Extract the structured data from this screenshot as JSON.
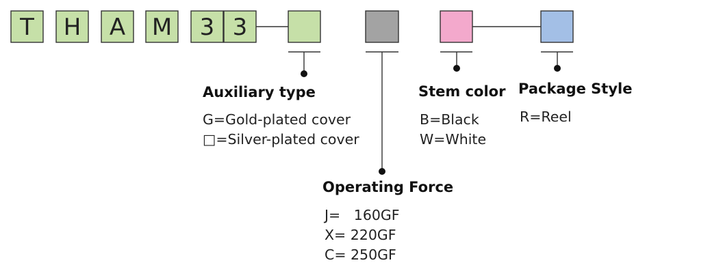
{
  "code_chars": [
    "T",
    "H",
    "A",
    "M",
    "3",
    "3"
  ],
  "colors": {
    "code_box": "#c6e0a8",
    "auxiliary_box": "#c6e0a8",
    "force_box": "#a3a3a3",
    "stem_box": "#f3a9cc",
    "package_box": "#a3bfe6",
    "border": "#333333"
  },
  "auxiliary": {
    "heading": "Auxiliary type",
    "options": [
      "G=Gold-plated cover",
      "□=Silver-plated cover"
    ]
  },
  "force": {
    "heading": "Operating Force",
    "options": [
      "J=   160GF",
      "X= 220GF",
      "C= 250GF"
    ]
  },
  "stem": {
    "heading": "Stem color",
    "options": [
      "B=Black",
      "W=White"
    ]
  },
  "package": {
    "heading": "Package Style",
    "options": [
      "R=Reel"
    ]
  }
}
